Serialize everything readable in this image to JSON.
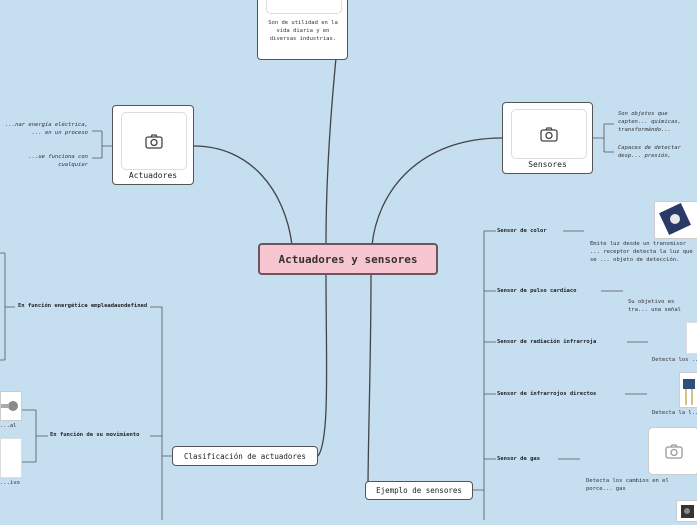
{
  "central": {
    "title": "Actuadores y sensores"
  },
  "top_node": {
    "text": "Son de utilidad en la vida diaria y en diversas industrias."
  },
  "actuadores": {
    "label": "Actuadores",
    "desc1": "...nar energía eléctrica, ... en un proceso",
    "desc2": "...ue funciona con cualquier"
  },
  "sensores": {
    "label": "Sensores",
    "desc1": "Son objetos que capten... químicas, transformándo... eléctricas.",
    "desc2": "Capaces de detectar desp... presión, fuerza, tempera..."
  },
  "clasificacion": {
    "label": "Clasificación de actuadores",
    "branch1": "En función energética empleadaundefined",
    "branch2": "En función de su movimiento",
    "leaf1": "...al",
    "leaf2": "...ivo"
  },
  "ejemplo": {
    "label": "Ejemplo de sensores",
    "items": [
      {
        "name": "Sensor de color",
        "desc": "Emite luz desde un transmisor ... receptor detecta la luz que se ... objeto de detección."
      },
      {
        "name": "Sensor de pulso cardiaco",
        "desc": "Su objetivo es tra... una señal digital."
      },
      {
        "name": "Sensor de radiación infrarroja",
        "desc": "Detecta los ..."
      },
      {
        "name": "Sensor de infrarrojos directos",
        "desc": "Detecta la l..."
      },
      {
        "name": "Sensor  de gas",
        "desc": "Detecta los cambios en el porce... gas"
      }
    ]
  },
  "colors": {
    "background": "#c5def0",
    "central_fill": "#f7c6d0",
    "line": "#444444"
  },
  "icons": {
    "image_placeholder": "camera-icon"
  }
}
